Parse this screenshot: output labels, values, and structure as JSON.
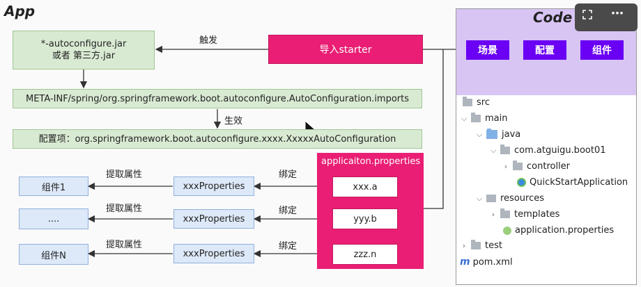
{
  "title": "App",
  "boxes": {
    "autoconfigure_line1": "*-autoconfigure.jar",
    "autoconfigure_line2": "或者  第三方.jar",
    "import_starter": "导入starter",
    "meta_inf": "META-INF/spring/org.springframework.boot.autoconfigure.AutoConfiguration.imports",
    "config_item": "配置项：org.springframework.boot.autoconfigure.xxxx.XxxxxAutoConfiguration",
    "app_props_title": "applicaiton.properties"
  },
  "labels": {
    "trigger": "触发",
    "effective": "生效"
  },
  "rows": [
    {
      "component": "组件1",
      "extract": "提取属性",
      "properties": "xxxProperties",
      "bind": "绑定",
      "value": "xxx.a"
    },
    {
      "component": "....",
      "extract": "提取属性",
      "properties": "xxxProperties",
      "bind": "绑定",
      "value": "yyy.b"
    },
    {
      "component": "组件N",
      "extract": "提取属性",
      "properties": "xxxProperties",
      "bind": "绑定",
      "value": "zzz.n"
    }
  ],
  "code_panel": {
    "title": "Code",
    "buttons": [
      "场景",
      "配置",
      "组件"
    ],
    "tree": [
      "src",
      "main",
      "java",
      "com.atguigu.boot01",
      "controller",
      "QuickStartApplication",
      "resources",
      "templates",
      "application.properties",
      "test",
      "pom.xml"
    ]
  },
  "colors": {
    "pink": "#e91e74",
    "green": "#d9ead3",
    "blue": "#dde9f8",
    "purple": "#6a00f4"
  }
}
